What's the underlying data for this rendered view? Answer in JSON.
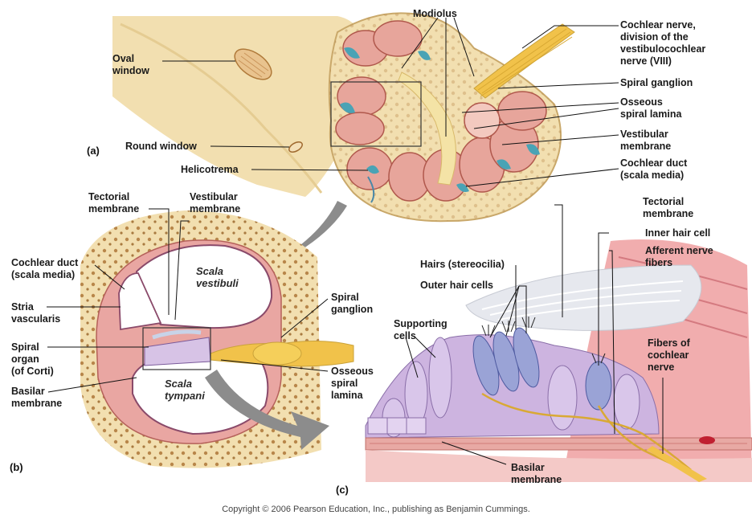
{
  "colors": {
    "bone": "#f2dfb0",
    "bone_dark": "#c9a86a",
    "chamber": "#e7a59b",
    "chamber_light": "#f3c9bf",
    "duct_blue": "#4aa3b5",
    "nerve": "#f1c24a",
    "tissue": "#e9a6a2",
    "cell": "#cdb4e0",
    "hair_cell": "#9aa3d6",
    "arrow": "#8c8c8c"
  },
  "panel_a": {
    "id": "(a)",
    "labels": {
      "modiolus": "Modiolus",
      "oval_window": "Oval\nwindow",
      "round_window": "Round window",
      "helicotrema": "Helicotrema",
      "cochlear_nerve": "Cochlear nerve,\ndivision of the\nvestibulocochlear\nnerve (VIII)",
      "spiral_ganglion": "Spiral ganglion",
      "osseous_lamina": "Osseous\nspiral lamina",
      "vestibular_membrane": "Vestibular\nmembrane",
      "cochlear_duct": "Cochlear duct\n(scala media)"
    }
  },
  "panel_b": {
    "id": "(b)",
    "labels": {
      "tectorial": "Tectorial\nmembrane",
      "vestibular": "Vestibular\nmembrane",
      "cochlear_duct": "Cochlear duct\n(scala media)",
      "stria": "Stria\nvascularis",
      "spiral_organ": "Spiral\norgan\n(of Corti)",
      "basilar": "Basilar\nmembrane",
      "spiral_ganglion": "Spiral\nganglion",
      "osseous_lamina": "Osseous\nspiral\nlamina",
      "scala_vestibuli": "Scala\nvestibuli",
      "scala_tympani": "Scala\ntympani"
    }
  },
  "panel_c": {
    "id": "(c)",
    "labels": {
      "tectorial": "Tectorial\nmembrane",
      "inner_hair_cell": "Inner hair cell",
      "afferent_fibers": "Afferent nerve\nfibers",
      "hairs": "Hairs (stereocilia)",
      "outer_hair_cells": "Outer hair cells",
      "supporting_cells": "Supporting\ncells",
      "fibers_cochlear": "Fibers of\ncochlear\nnerve",
      "basilar": "Basilar\nmembrane"
    }
  },
  "copyright": "Copyright © 2006 Pearson Education, Inc., publishing as Benjamin Cummings."
}
